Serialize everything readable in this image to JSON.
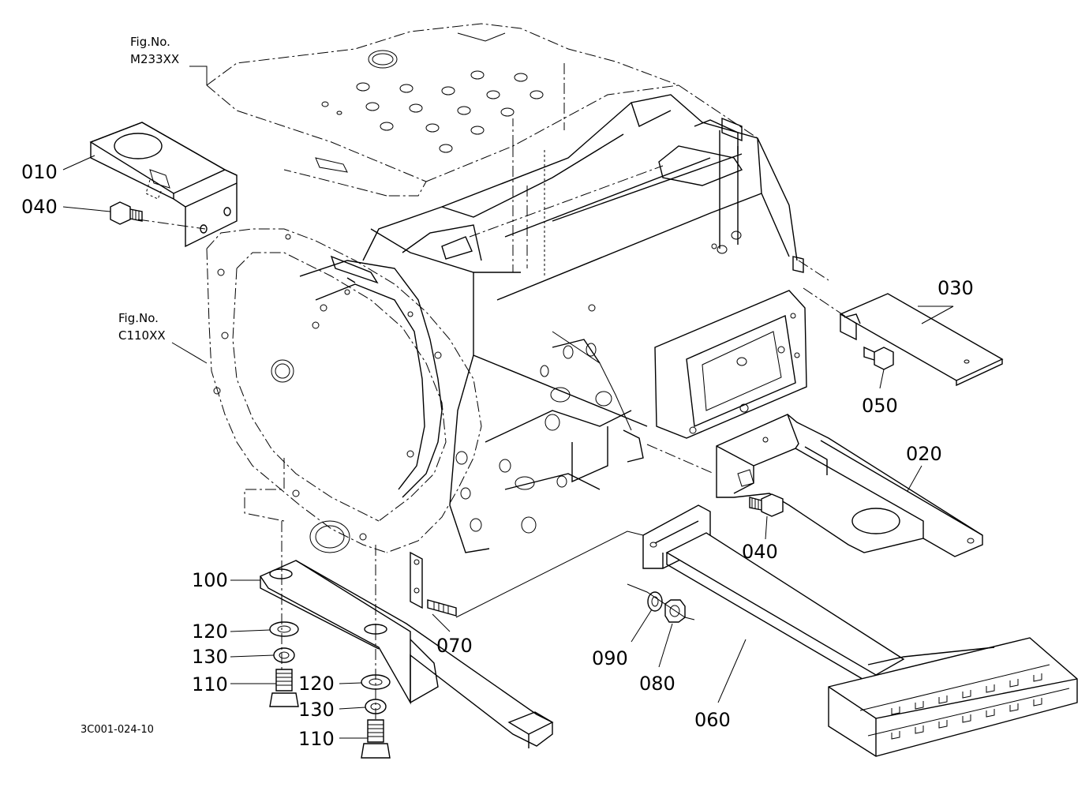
{
  "figure_refs": [
    {
      "label": "Fig.No.",
      "code": "M233XX"
    },
    {
      "label": "Fig.No.",
      "code": "C110XX"
    }
  ],
  "parts": [
    "010",
    "040",
    "030",
    "050",
    "020",
    "040",
    "100",
    "120",
    "130",
    "110",
    "070",
    "090",
    "080",
    "120",
    "130",
    "110",
    "060"
  ],
  "drawing_code": "3C001-024-10"
}
